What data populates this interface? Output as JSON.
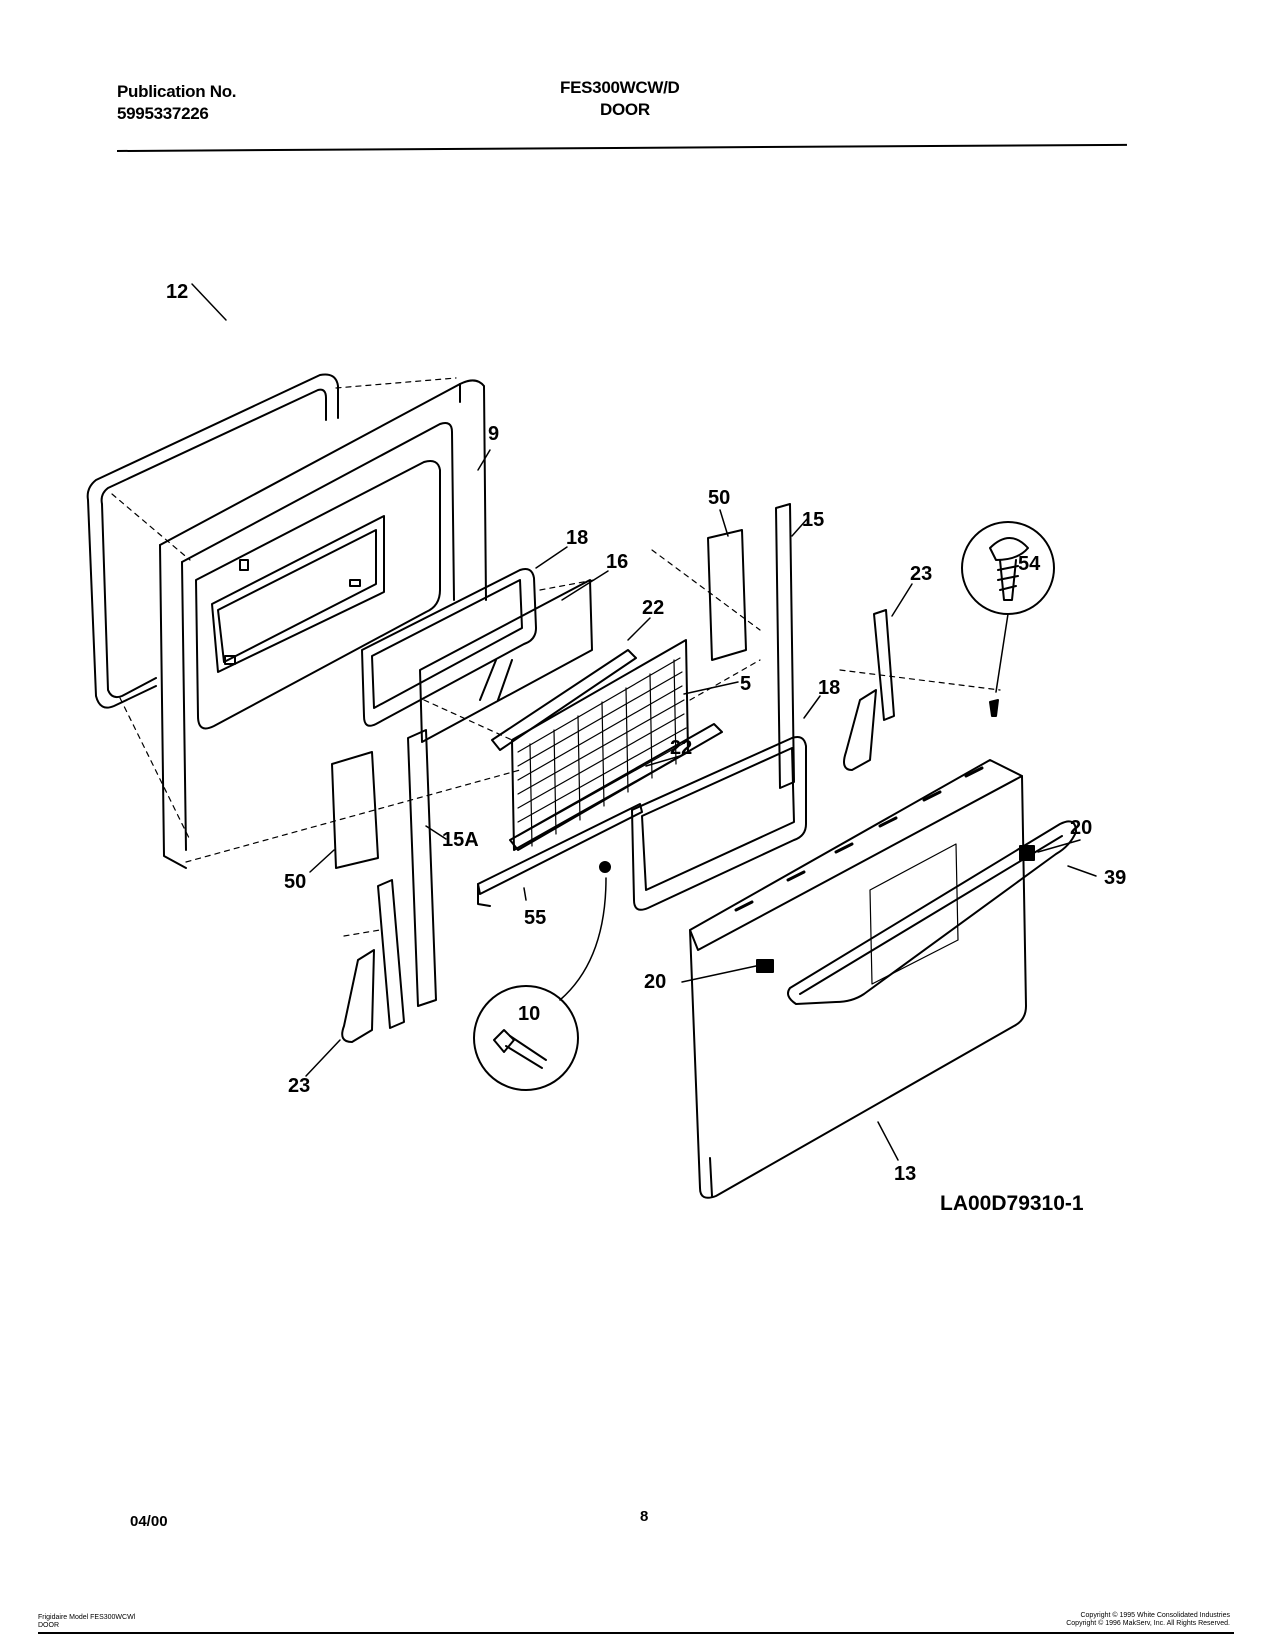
{
  "header": {
    "publication_label": "Publication No.",
    "publication_number": "5995337226",
    "model": "FES300WCW/D",
    "section": "DOOR"
  },
  "diagram": {
    "drawing_code": "LA00D79310-1",
    "callouts": {
      "c12": "12",
      "c9": "9",
      "c18a": "18",
      "c16": "16",
      "c22a": "22",
      "c50a": "50",
      "c15": "15",
      "c5": "5",
      "c18b": "18",
      "c23a": "23",
      "c54": "54",
      "c20a": "20",
      "c22b": "22",
      "c15a": "15A",
      "c50b": "50",
      "c55": "55",
      "c39": "39",
      "c10": "10",
      "c20b": "20",
      "c23b": "23",
      "c13": "13"
    }
  },
  "footer": {
    "date": "04/00",
    "page": "8",
    "model_note_line1": "Frigidaire Model FES300WCWl",
    "model_note_line2": "DOOR",
    "copyright_line1": "Copyright © 1995 White Consolidated Industries",
    "copyright_line2": "Copyright © 1996 MakServ, Inc.  All Rights Reserved."
  }
}
